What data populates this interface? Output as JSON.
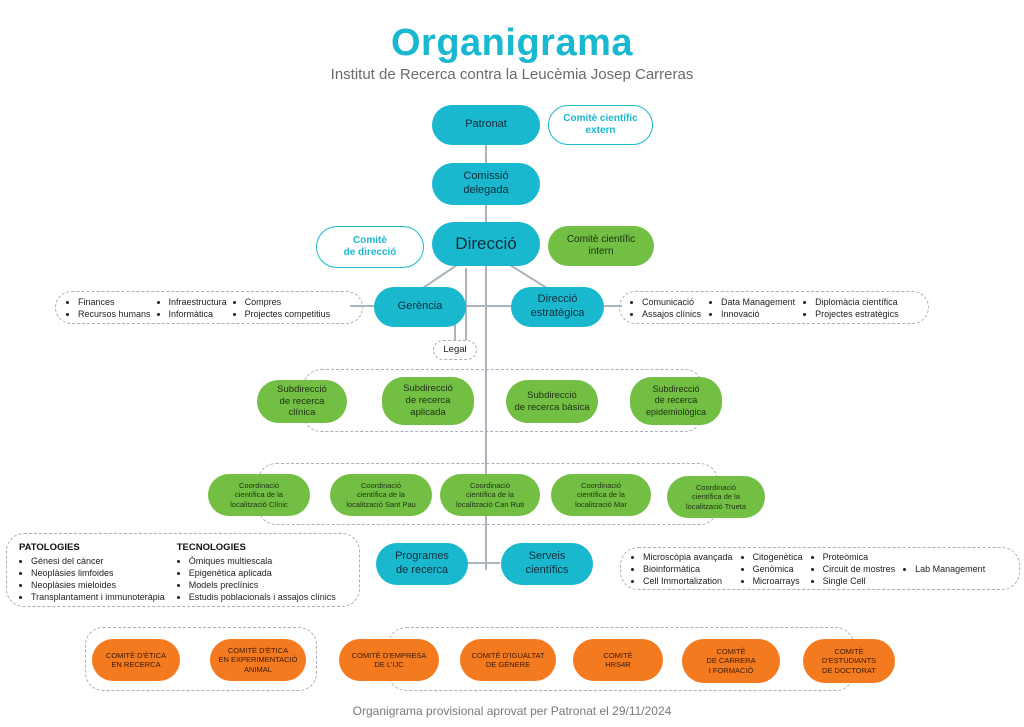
{
  "header": {
    "title": "Organigrama",
    "subtitle": "Institut de Recerca contra la Leucèmia Josep Carreras"
  },
  "governance": {
    "patronat": "Patronat",
    "comite_extern": "Comitè científic\nextern",
    "comissio": "Comissió\ndelegada",
    "direccio": "Direcció",
    "comite_direccio": "Comitè\nde direcció",
    "comite_intern": "Comitè científic\nintern",
    "gerencia": "Gerència",
    "direccio_estrategica": "Direcció\nestratègica",
    "legal": "Legal"
  },
  "gerencia_list": {
    "col1": [
      "Finances",
      "Recursos humans"
    ],
    "col2": [
      "Infraestructura",
      "Informàtica"
    ],
    "col3": [
      "Compres",
      "Projectes competitius"
    ]
  },
  "estrategica_list": {
    "col1": [
      "Comunicació",
      "Assajos clínics"
    ],
    "col2": [
      "Data Management",
      "Innovació"
    ],
    "col3": [
      "Diplomàcia científica",
      "Projectes estratègics"
    ]
  },
  "subdireccions": [
    "Subdirecció\nde recerca clínica",
    "Subdirecció\nde recerca\naplicada",
    "Subdirecció\nde recerca bàsica",
    "Subdirecció\nde recerca\nepidemiològica"
  ],
  "coordinacions": [
    "Coordinació\ncientífica de la\nlocalització Clínic",
    "Coordinació\ncientífica de la\nlocalització Sant Pau",
    "Coordinació\ncientífica de la\nlocalització Can Ruti",
    "Coordinació\ncientífica de la\nlocalització Mar",
    "Coordinació\ncientífica de la\nlocalització Trueta"
  ],
  "programes": {
    "label": "Programes\nde recerca",
    "patologies_title": "PATOLOGIES",
    "patologies": [
      "Gènesi del càncer",
      "Neoplàsies limfoides",
      "Neoplàsies mieloides",
      "Transplantament i immunoteràpia"
    ],
    "tecnologies_title": "TECNOLOGIES",
    "tecnologies": [
      "Òmiques multiescala",
      "Epigenètica aplicada",
      "Models preclínics",
      "Estudis poblacionals i assajos clínics"
    ]
  },
  "serveis": {
    "label": "Serveis\ncientífics",
    "col1": [
      "Microscòpia avançada",
      "Bioinformàtica",
      "Cell Immortalization"
    ],
    "col2": [
      "Citogenètica",
      "Genòmica",
      "Microarrays"
    ],
    "col3": [
      "Proteòmica",
      "Circuit de mostres",
      "Single Cell"
    ],
    "col4": [
      "Lab Management"
    ]
  },
  "comites_etica": [
    "Comitè d'ètica\nen recerca",
    "Comitè d'ètica\nen experimentació\nanimal"
  ],
  "comites_altres": [
    "Comitè d'empresa\nde l'IJC",
    "Comitè d'igualtat\nde gènere",
    "Comitè\nHRS4R",
    "Comitè\nde carrera\ni formació",
    "Comitè\nd'estudiants\nde doctorat"
  ],
  "footer": "Organigrama provisional aprovat per Patronat el 29/11/2024",
  "colors": {
    "cyan": "#1ab8cf",
    "green": "#72bf44",
    "orange": "#f47a20",
    "line": "#a9b4bf"
  }
}
